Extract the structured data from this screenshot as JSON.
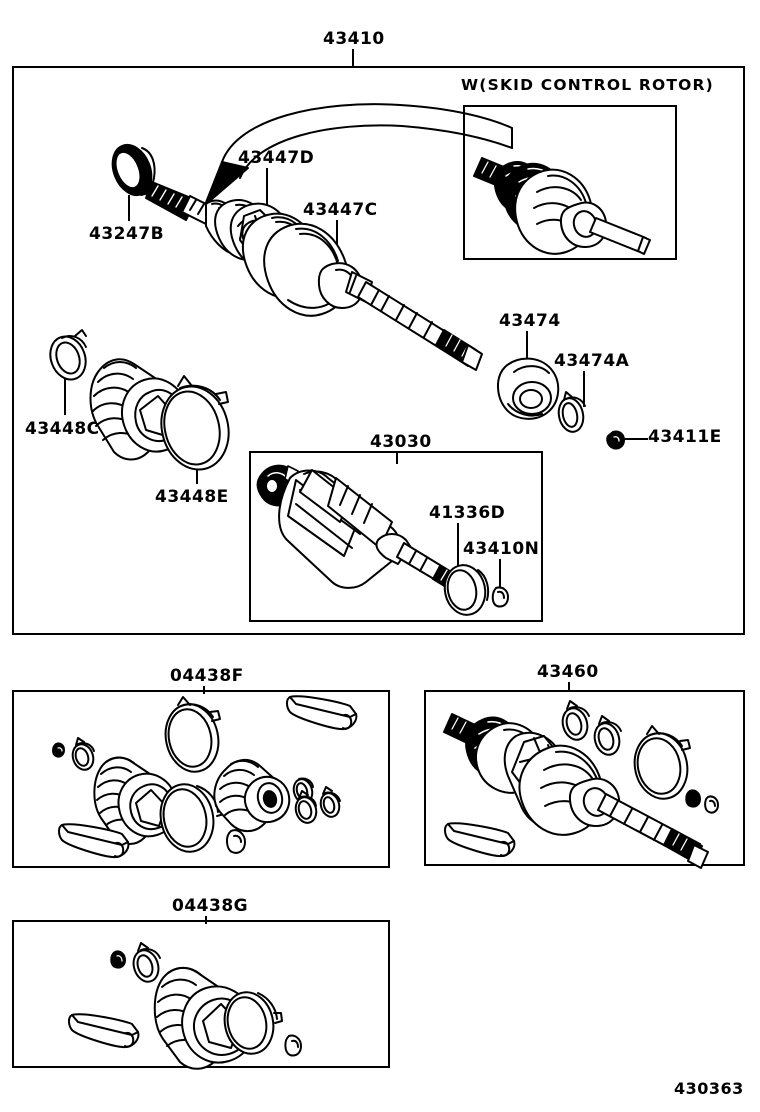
{
  "document": {
    "type": "parts-catalog-illustration",
    "footer_id": "430363",
    "line_color": "#000000",
    "background_color": "#ffffff"
  },
  "main_group": {
    "title": "43410",
    "inset": {
      "title": "W(SKID CONTROL ROTOR)",
      "note": "outboard cv joint with abs skid control rotor"
    },
    "callouts": [
      {
        "id": "43247B",
        "part": "dust-cover-ring"
      },
      {
        "id": "43447D",
        "part": "outboard-boot-clamp"
      },
      {
        "id": "43447C",
        "part": "outboard-boot"
      },
      {
        "id": "43448C",
        "part": "inboard-boot-small-clamp"
      },
      {
        "id": "43448E",
        "part": "inboard-boot-large-clamp"
      },
      {
        "id": "43474",
        "part": "shaft-damper"
      },
      {
        "id": "43474A",
        "part": "damper-clamp"
      },
      {
        "id": "43411E",
        "part": "shaft-snap-ring"
      }
    ],
    "sub_inset": {
      "title": "43030",
      "callouts": [
        {
          "id": "41336D",
          "part": "tripod-joint-seal-ring"
        },
        {
          "id": "43410N",
          "part": "tripod-snap-ring"
        }
      ]
    }
  },
  "kit_boxes": [
    {
      "title": "04438F",
      "part": "front-drive-shaft-boot-kit-both"
    },
    {
      "title": "43460",
      "part": "front-drive-outboard-joint-assembly"
    },
    {
      "title": "04438G",
      "part": "front-drive-shaft-boot-kit-inboard"
    }
  ]
}
